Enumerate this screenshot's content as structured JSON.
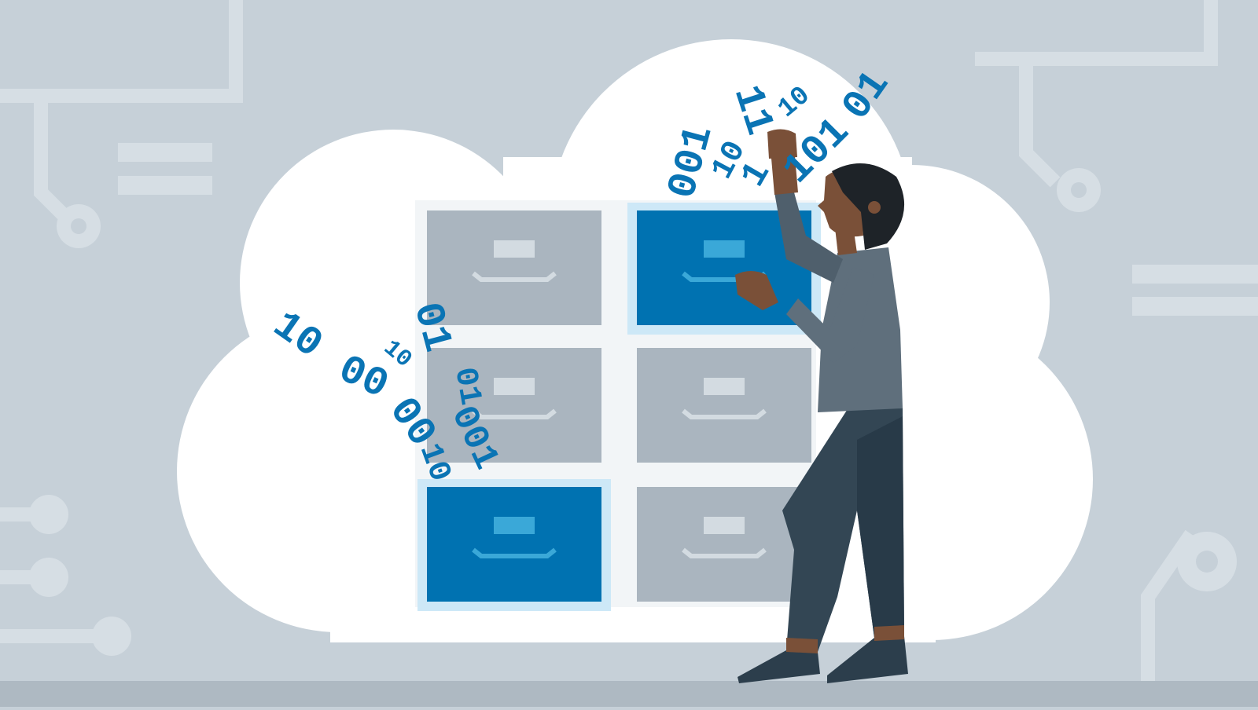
{
  "colors": {
    "background": "#c6d0d8",
    "circuit_lines": "#d6dee4",
    "cloud": "#ffffff",
    "cabinet_frame": "#f2f5f7",
    "drawer_gray": "#aab5bf",
    "drawer_gray_handle": "#d3dbe1",
    "drawer_blue": "#0072b1",
    "drawer_blue_handle": "#3aa8d8",
    "drawer_blue_glow": "#cde8f7",
    "binary_text": "#0a74b4",
    "floor": "#aeb9c2",
    "skin": "#7a5038",
    "hair": "#1e2328",
    "sweater": "#5f6f7c",
    "pants": "#334654",
    "shoes": "#2c3e4c"
  },
  "scene": {
    "icons": [
      "cloud-icon",
      "file-cabinet-icon",
      "circuit-icon",
      "person-figure"
    ],
    "cabinet": {
      "drawers": [
        {
          "state": "closed",
          "color": "gray"
        },
        {
          "state": "open",
          "color": "blue"
        },
        {
          "state": "closed",
          "color": "gray"
        },
        {
          "state": "closed",
          "color": "gray"
        },
        {
          "state": "open",
          "color": "blue"
        },
        {
          "state": "closed",
          "color": "gray"
        }
      ]
    },
    "binary_left": [
      "10",
      "10",
      "00",
      "01",
      "01",
      "00",
      "001",
      "10"
    ],
    "binary_right": [
      "001",
      "11",
      "10",
      "101",
      "01",
      "10",
      "1"
    ]
  }
}
